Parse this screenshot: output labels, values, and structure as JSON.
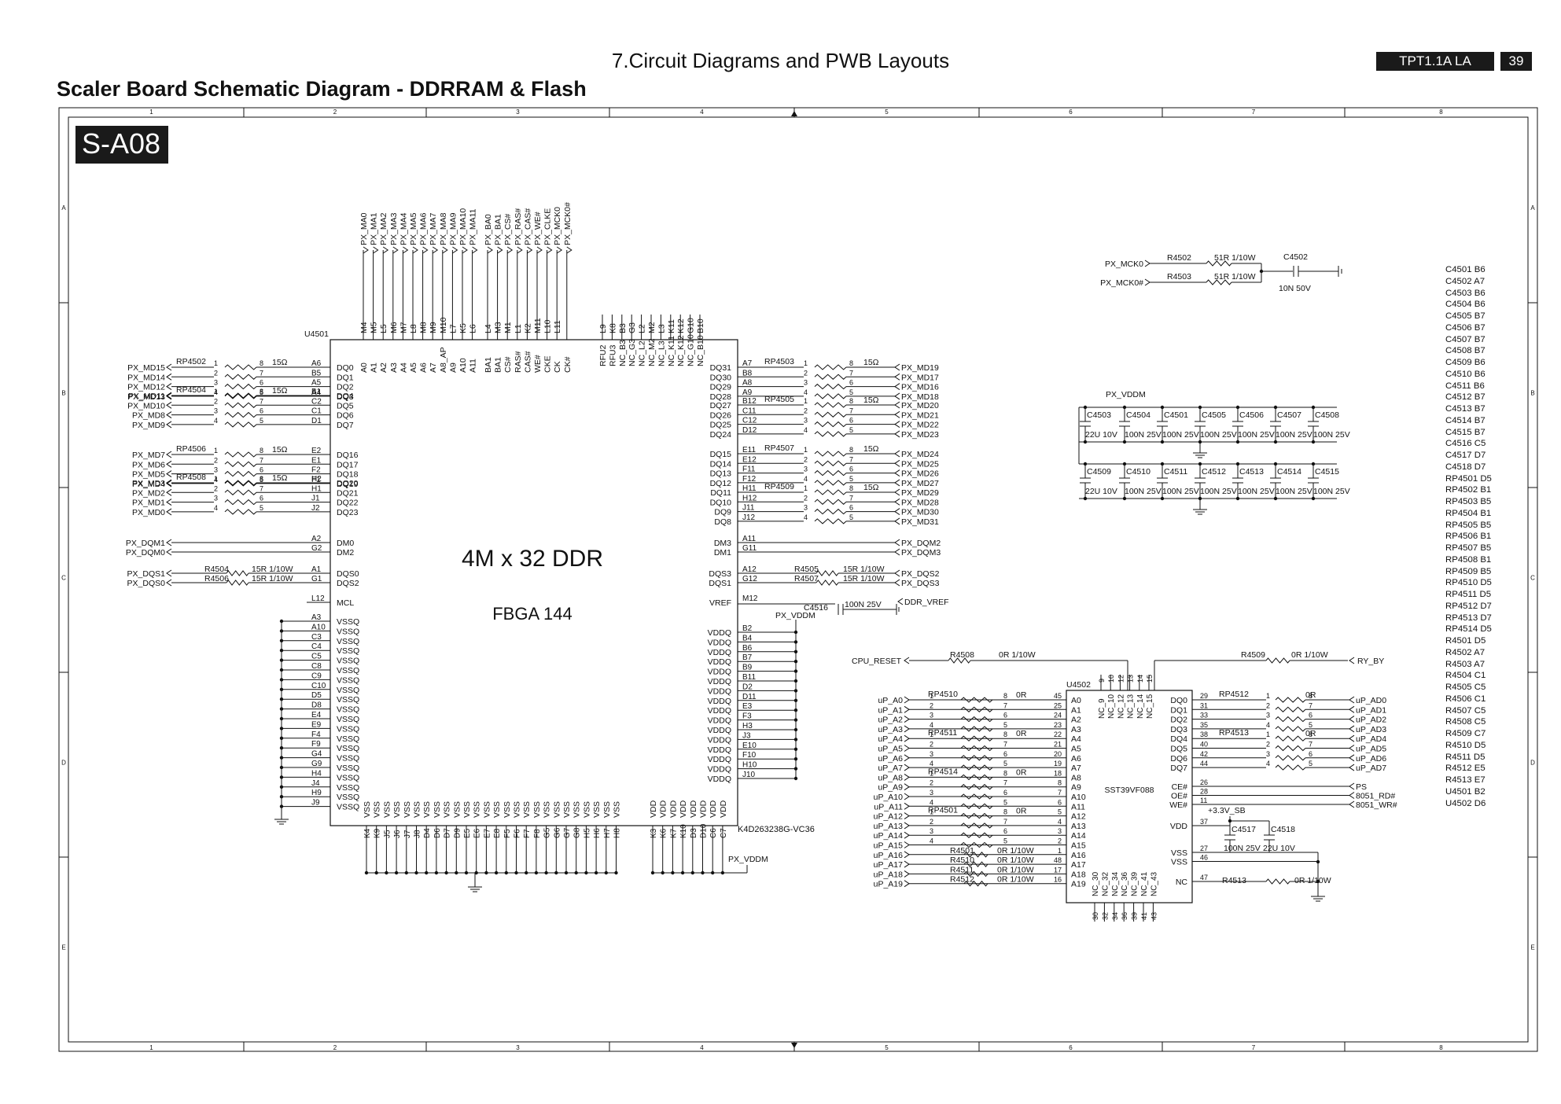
{
  "header": {
    "page_title": "7.Circuit Diagrams and PWB Layouts",
    "doc_badge": "TPT1.1A LA",
    "page_number": "39",
    "sheet_title": "Scaler Board Schematic Diagram - DDRRAM & Flash",
    "sheet_id": "S-A08"
  },
  "grid": {
    "columns": [
      "1",
      "2",
      "3",
      "4",
      "5",
      "6",
      "7",
      "8"
    ],
    "rows": [
      "A",
      "B",
      "C",
      "D",
      "E"
    ]
  },
  "ddr": {
    "designator": "U4501",
    "part": "K4D263238G-VC36",
    "line1": "4M x 32 DDR",
    "line2": "FBGA 144",
    "top_addr_nets": [
      "PX_MA0",
      "PX_MA1",
      "PX_MA2",
      "PX_MA3",
      "PX_MA4",
      "PX_MA5",
      "PX_MA6",
      "PX_MA7",
      "PX_MA8",
      "PX_MA9",
      "PX_MA10",
      "PX_MA11"
    ],
    "top_addr_balls": [
      "M4",
      "M5",
      "L5",
      "M6",
      "M7",
      "L8",
      "M8",
      "M9",
      "M10",
      "L7",
      "K5",
      "L6"
    ],
    "top_addr_pins": [
      "A0",
      "A1",
      "A2",
      "A3",
      "A4",
      "A5",
      "A6",
      "A7",
      "A8_AP",
      "A9",
      "A10",
      "A11"
    ],
    "top_ctrl_nets": [
      "PX_BA0",
      "PX_BA1",
      "PX_CS#",
      "PX_RAS#",
      "PX_CAS#",
      "PX_WE#",
      "PX_CLKE",
      "PX_MCK0",
      "PX_MCK0#"
    ],
    "top_ctrl_balls": [
      "L4",
      "M3",
      "M1",
      "L1",
      "K2",
      "M11",
      "L10",
      "L11"
    ],
    "top_ctrl_pins": [
      "BA1",
      "BA1",
      "CS#",
      "RAS#",
      "CAS#",
      "WE#",
      "CKE",
      "CK",
      "CK#"
    ],
    "top_nc_balls": [
      "L9",
      "K8",
      "B3",
      "G3",
      "L2",
      "M2",
      "L3",
      "K11",
      "K12",
      "G10",
      "B10"
    ],
    "top_nc_pins": [
      "RFU2",
      "RFU3",
      "NC_B3",
      "NC_G3",
      "NC_L2",
      "NC_M2",
      "NC_L3",
      "NC_K11",
      "NC_K12",
      "NC_G10",
      "NC_B10"
    ],
    "left_groups": [
      {
        "rp": "RP4502",
        "value": "15Ω",
        "nets": [
          "PX_MD15",
          "PX_MD14",
          "PX_MD12",
          "PX_MD13"
        ],
        "balls": [
          "A6",
          "B5",
          "A5",
          "A4"
        ],
        "pins": [
          "DQ0",
          "DQ1",
          "DQ2",
          "DQ3"
        ]
      },
      {
        "rp": "RP4504",
        "value": "15Ω",
        "nets": [
          "PX_MD11",
          "PX_MD10",
          "PX_MD8",
          "PX_MD9"
        ],
        "balls": [
          "B1",
          "C2",
          "C1",
          "D1"
        ],
        "pins": [
          "DQ4",
          "DQ5",
          "DQ6",
          "DQ7"
        ]
      },
      {
        "rp": "RP4506",
        "value": "15Ω",
        "nets": [
          "PX_MD7",
          "PX_MD6",
          "PX_MD5",
          "PX_MD4"
        ],
        "balls": [
          "E2",
          "E1",
          "F2",
          "F1"
        ],
        "pins": [
          "DQ16",
          "DQ17",
          "DQ18",
          "DQ19"
        ]
      },
      {
        "rp": "RP4508",
        "value": "15Ω",
        "nets": [
          "PX_MD3",
          "PX_MD2",
          "PX_MD1",
          "PX_MD0"
        ],
        "balls": [
          "H2",
          "H1",
          "J1",
          "J2"
        ],
        "pins": [
          "DQ20",
          "DQ21",
          "DQ22",
          "DQ23"
        ]
      }
    ],
    "right_groups": [
      {
        "rp": "RP4503",
        "value": "15Ω",
        "nets": [
          "PX_MD19",
          "PX_MD17",
          "PX_MD16",
          "PX_MD18"
        ],
        "balls": [
          "A7",
          "B8",
          "A8",
          "A9"
        ],
        "pins": [
          "DQ31",
          "DQ30",
          "DQ29",
          "DQ28"
        ]
      },
      {
        "rp": "RP4505",
        "value": "15Ω",
        "nets": [
          "PX_MD20",
          "PX_MD21",
          "PX_MD22",
          "PX_MD23"
        ],
        "balls": [
          "B12",
          "C11",
          "C12",
          "D12"
        ],
        "pins": [
          "DQ27",
          "DQ26",
          "DQ25",
          "DQ24"
        ]
      },
      {
        "rp": "RP4507",
        "value": "15Ω",
        "nets": [
          "PX_MD24",
          "PX_MD25",
          "PX_MD26",
          "PX_MD27"
        ],
        "balls": [
          "E11",
          "E12",
          "F11",
          "F12"
        ],
        "pins": [
          "DQ15",
          "DQ14",
          "DQ13",
          "DQ12"
        ]
      },
      {
        "rp": "RP4509",
        "value": "15Ω",
        "nets": [
          "PX_MD29",
          "PX_MD28",
          "PX_MD30",
          "PX_MD31"
        ],
        "balls": [
          "H11",
          "H12",
          "J11",
          "J12"
        ],
        "pins": [
          "DQ11",
          "DQ10",
          "DQ9",
          "DQ8"
        ]
      }
    ],
    "rp_pins_left": [
      "1",
      "2",
      "3",
      "4"
    ],
    "rp_pins_right": [
      "8",
      "7",
      "6",
      "5"
    ],
    "dm_left": {
      "nets": [
        "PX_DQM1",
        "PX_DQM0"
      ],
      "balls": [
        "A2",
        "G2"
      ],
      "pins": [
        "DM0",
        "DM2"
      ]
    },
    "dm_right": {
      "nets": [
        "PX_DQM2",
        "PX_DQM3"
      ],
      "balls": [
        "A11",
        "G11"
      ],
      "pins": [
        "DM3",
        "DM1"
      ]
    },
    "dqs_left": {
      "nets": [
        "PX_DQS1",
        "PX_DQS0"
      ],
      "res": [
        "R4504",
        "R4506"
      ],
      "value": "15R 1/10W",
      "balls": [
        "A1",
        "G1"
      ],
      "pins": [
        "DQS0",
        "DQS2"
      ]
    },
    "dqs_right": {
      "nets": [
        "PX_DQS2",
        "PX_DQS3"
      ],
      "res": [
        "R4505",
        "R4507"
      ],
      "value": "15R 1/10W",
      "balls": [
        "A12",
        "G12"
      ],
      "pins": [
        "DQS3",
        "DQS1"
      ]
    },
    "mcl": {
      "ball": "L12",
      "pin": "MCL"
    },
    "vref": {
      "pin": "VREF",
      "ball": "M12",
      "cap": "C4516",
      "value": "100N 25V",
      "net": "DDR_VREF",
      "supply": "PX_VDDM"
    },
    "vssq_balls": [
      "A3",
      "A10",
      "C3",
      "C4",
      "C5",
      "C8",
      "C9",
      "C10",
      "D5",
      "D8",
      "E4",
      "E9",
      "F4",
      "F9",
      "G4",
      "G9",
      "H4",
      "J4",
      "H9",
      "J9"
    ],
    "vssq_pin": "VSSQ",
    "vddq_balls": [
      "B2",
      "B4",
      "B6",
      "B7",
      "B9",
      "B11",
      "D2",
      "D11",
      "E3",
      "F3",
      "H3",
      "J3",
      "E10",
      "F10",
      "H10",
      "J10"
    ],
    "vddq_pin": "VDDQ",
    "vss_balls": [
      "K4",
      "K9",
      "J5",
      "J6",
      "J7",
      "J8",
      "D4",
      "D6",
      "D7",
      "D9",
      "E5",
      "E6",
      "E7",
      "E8",
      "F5",
      "F6",
      "F7",
      "F8",
      "G5",
      "G6",
      "G7",
      "G8",
      "H5",
      "H6",
      "H7",
      "H8"
    ],
    "vss_pin": "VSS",
    "vdd_balls": [
      "K3",
      "K6",
      "K7",
      "K10",
      "D3",
      "D10",
      "C6",
      "C7"
    ],
    "vdd_pin": "VDD",
    "bottom_supply": "PX_VDDM"
  },
  "clock": {
    "nets": [
      "PX_MCK0",
      "PX_MCK0#"
    ],
    "res": [
      "R4502",
      "R4503"
    ],
    "value": "51R 1/10W",
    "cap": "C4502",
    "cap_value": "10N 50V"
  },
  "decoupling": {
    "supply": "PX_VDDM",
    "row1": [
      "C4503",
      "C4504",
      "C4501",
      "C4505",
      "C4506",
      "C4507",
      "C4508"
    ],
    "row1_values": [
      "22U 10V",
      "100N 25V",
      "100N 25V",
      "100N 25V",
      "100N 25V",
      "100N 25V",
      "100N 25V"
    ],
    "row2": [
      "C4509",
      "C4510",
      "C4511",
      "C4512",
      "C4513",
      "C4514",
      "C4515"
    ],
    "row2_values": [
      "22U 10V",
      "100N 25V",
      "100N 25V",
      "100N 25V",
      "100N 25V",
      "100N 25V",
      "100N 25V"
    ]
  },
  "flash": {
    "designator": "U4502",
    "part": "SST39VF088",
    "reset": {
      "net": "CPU_RESET",
      "res": "R4508",
      "value": "0R 1/10W"
    },
    "ryby": {
      "net": "RY_BY",
      "res": "R4509",
      "value": "0R 1/10W"
    },
    "top_nc_pins": [
      "9",
      "10",
      "12",
      "13",
      "14",
      "15"
    ],
    "top_nc_labels": [
      "NC_9",
      "NC_10",
      "NC_12",
      "NC_13",
      "NC_14",
      "NC_15"
    ],
    "addr_nets": [
      "uP_A0",
      "uP_A1",
      "uP_A2",
      "uP_A3",
      "uP_A4",
      "uP_A5",
      "uP_A6",
      "uP_A7",
      "uP_A8",
      "uP_A9",
      "uP_A10",
      "uP_A11",
      "uP_A12",
      "uP_A13",
      "uP_A14",
      "uP_A15",
      "uP_A16",
      "uP_A17",
      "uP_A18",
      "uP_A19"
    ],
    "addr_pin_nums": [
      "45",
      "25",
      "24",
      "23",
      "22",
      "21",
      "20",
      "19",
      "18",
      "8",
      "7",
      "6",
      "5",
      "4",
      "3",
      "2",
      "1",
      "48",
      "17",
      "16"
    ],
    "addr_pin_names": [
      "A0",
      "A1",
      "A2",
      "A3",
      "A4",
      "A5",
      "A6",
      "A7",
      "A8",
      "A9",
      "A10",
      "A11",
      "A12",
      "A13",
      "A14",
      "A15",
      "A16",
      "A17",
      "A18",
      "A19"
    ],
    "addr_rps": [
      {
        "name": "RP4510",
        "value": "0R"
      },
      {
        "name": "RP4511",
        "value": "0R"
      },
      {
        "name": "RP4514",
        "value": "0R"
      },
      {
        "name": "RP4501",
        "value": "0R"
      }
    ],
    "addr_res": [
      "R4501",
      "R4510",
      "R4511",
      "R4512"
    ],
    "addr_res_value": "0R 1/10W",
    "data_pin_names": [
      "DQ0",
      "DQ1",
      "DQ2",
      "DQ3",
      "DQ4",
      "DQ5",
      "DQ6",
      "DQ7"
    ],
    "data_pin_nums": [
      "29",
      "31",
      "33",
      "35",
      "38",
      "40",
      "42",
      "44"
    ],
    "data_nets": [
      "uP_AD0",
      "uP_AD1",
      "uP_AD2",
      "uP_AD3",
      "uP_AD4",
      "uP_AD5",
      "uP_AD6",
      "uP_AD7"
    ],
    "data_rps": [
      {
        "name": "RP4512",
        "value": "0R"
      },
      {
        "name": "RP4513",
        "value": "0R"
      }
    ],
    "ctrl_pin_names": [
      "CE#",
      "OE#",
      "WE#"
    ],
    "ctrl_pin_nums": [
      "26",
      "28",
      "11"
    ],
    "ctrl_nets": [
      "PS",
      "8051_RD#",
      "8051_WR#"
    ],
    "vdd": {
      "pin": "VDD",
      "num": "37",
      "supply": "+3.3V_SB",
      "caps": [
        "C4517",
        "C4518"
      ],
      "cap_values": [
        "100N 25V",
        "22U 10V"
      ]
    },
    "vss_pins": [
      "VSS",
      "VSS"
    ],
    "vss_nums": [
      "27",
      "46"
    ],
    "nc": {
      "pin": "NC",
      "num": "47",
      "res": "R4513",
      "value": "0R 1/10W"
    },
    "bottom_nc_pins": [
      "30",
      "32",
      "34",
      "36",
      "39",
      "41",
      "43"
    ],
    "bottom_nc_labels": [
      "NC_30",
      "NC_32",
      "NC_34",
      "NC_36",
      "NC_39",
      "NC_41",
      "NC_43"
    ]
  },
  "ref_list": [
    "C4501 B6",
    "C4502 A7",
    "C4503 B6",
    "C4504 B6",
    "C4505 B7",
    "C4506 B7",
    "C4507 B7",
    "C4508 B7",
    "C4509 B6",
    "C4510 B6",
    "C4511 B6",
    "C4512 B7",
    "C4513 B7",
    "C4514 B7",
    "C4515 B7",
    "C4516 C5",
    "C4517 D7",
    "C4518 D7",
    "RP4501 D5",
    "RP4502 B1",
    "RP4503 B5",
    "RP4504 B1",
    "RP4505 B5",
    "RP4506 B1",
    "RP4507 B5",
    "RP4508 B1",
    "RP4509 B5",
    "RP4510 D5",
    "RP4511 D5",
    "RP4512 D7",
    "RP4513 D7",
    "RP4514 D5",
    "R4501 D5",
    "R4502 A7",
    "R4503 A7",
    "R4504 C1",
    "R4505 C5",
    "R4506 C1",
    "R4507 C5",
    "R4508 C5",
    "R4509 C7",
    "R4510 D5",
    "R4511 D5",
    "R4512 E5",
    "R4513 E7",
    "U4501 B2",
    "U4502 D6"
  ]
}
